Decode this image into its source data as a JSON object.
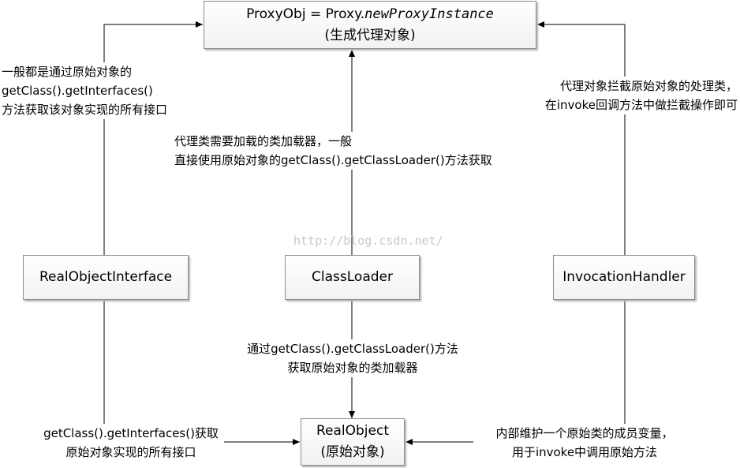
{
  "boxes": {
    "proxy": {
      "line1_prefix": "ProxyObj = Proxy.",
      "line1_method": "newProxyInstance",
      "line2": "(生成代理对象)"
    },
    "real_object_interface": {
      "label": "RealObjectInterface"
    },
    "class_loader": {
      "label": "ClassLoader"
    },
    "invocation_handler": {
      "label": "InvocationHandler"
    },
    "real_object": {
      "line1": "RealObject",
      "line2": "(原始对象)"
    }
  },
  "notes": {
    "interfaces_to_proxy": [
      "一般都是通过原始对象的",
      "getClass().getInterfaces()",
      "方法获取该对象实现的所有接口"
    ],
    "loader_to_proxy": [
      "代理类需要加载的类加载器，一般",
      "直接使用原始对象的getClass().getClassLoader()方法获取"
    ],
    "handler_to_proxy": [
      "代理对象拦截原始对象的处理类，",
      "在invoke回调方法中做拦截操作即可"
    ],
    "loader_to_real": [
      "通过getClass().getClassLoader()方法",
      "获取原始对象的类加载器"
    ],
    "interface_to_real": [
      "getClass().getInterfaces()获取",
      "原始对象实现的所有接口"
    ],
    "handler_to_real": [
      "内部维护一个原始类的成员变量，",
      "用于invoke中调用原始方法"
    ]
  },
  "watermark": "http://blog.csdn.net/",
  "colors": {
    "line": "#000000",
    "box_border": "#8c8c8c",
    "watermark": "#c8c8c8"
  }
}
